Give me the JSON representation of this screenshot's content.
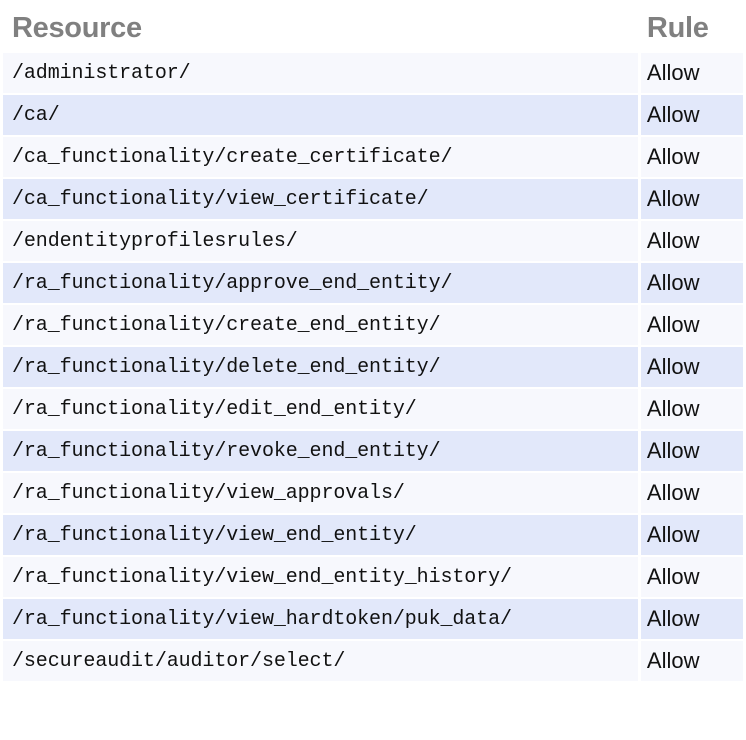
{
  "table": {
    "columns": [
      {
        "key": "resource",
        "label": "Resource"
      },
      {
        "key": "rule",
        "label": "Rule"
      }
    ],
    "colors": {
      "header_text": "#808080",
      "row_even_bg": "#f7f8fd",
      "row_odd_bg": "#e2e8fa",
      "cell_text": "#111111",
      "page_bg": "#ffffff"
    },
    "row_count": 15,
    "rows": [
      {
        "resource": "/administrator/",
        "rule": "Allow"
      },
      {
        "resource": "/ca/",
        "rule": "Allow"
      },
      {
        "resource": "/ca_functionality/create_certificate/",
        "rule": "Allow"
      },
      {
        "resource": "/ca_functionality/view_certificate/",
        "rule": "Allow"
      },
      {
        "resource": "/endentityprofilesrules/",
        "rule": "Allow"
      },
      {
        "resource": "/ra_functionality/approve_end_entity/",
        "rule": "Allow"
      },
      {
        "resource": "/ra_functionality/create_end_entity/",
        "rule": "Allow"
      },
      {
        "resource": "/ra_functionality/delete_end_entity/",
        "rule": "Allow"
      },
      {
        "resource": "/ra_functionality/edit_end_entity/",
        "rule": "Allow"
      },
      {
        "resource": "/ra_functionality/revoke_end_entity/",
        "rule": "Allow"
      },
      {
        "resource": "/ra_functionality/view_approvals/",
        "rule": "Allow"
      },
      {
        "resource": "/ra_functionality/view_end_entity/",
        "rule": "Allow"
      },
      {
        "resource": "/ra_functionality/view_end_entity_history/",
        "rule": "Allow"
      },
      {
        "resource": "/ra_functionality/view_hardtoken/puk_data/",
        "rule": "Allow"
      },
      {
        "resource": "/secureaudit/auditor/select/",
        "rule": "Allow"
      }
    ]
  }
}
